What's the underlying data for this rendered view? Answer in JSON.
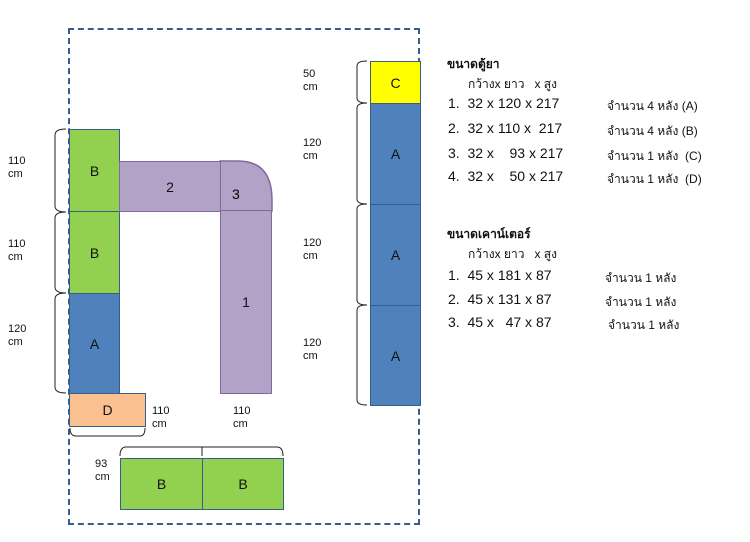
{
  "layout": {
    "left_column": [
      {
        "label": "B",
        "dim": "110",
        "unit": "cm"
      },
      {
        "label": "B",
        "dim": "110",
        "unit": "cm"
      },
      {
        "label": "A",
        "dim": "120",
        "unit": "cm"
      },
      {
        "label": "D",
        "dim": "93",
        "unit": "cm"
      }
    ],
    "counter": [
      {
        "label": "2"
      },
      {
        "label": "3"
      },
      {
        "label": "1"
      }
    ],
    "bottom_row": [
      {
        "label": "B",
        "dim": "110",
        "unit": "cm"
      },
      {
        "label": "B",
        "dim": "110",
        "unit": "cm"
      }
    ],
    "right_column": [
      {
        "label": "C",
        "dim": "50",
        "unit": "cm"
      },
      {
        "label": "A",
        "dim": "120",
        "unit": "cm"
      },
      {
        "label": "A",
        "dim": "120",
        "unit": "cm"
      },
      {
        "label": "A",
        "dim": "120",
        "unit": "cm"
      }
    ]
  },
  "cabinets": {
    "title": "ขนาดตู้ยา",
    "header": "กว้างx ยาว   x สูง",
    "items": [
      {
        "num": "1.",
        "size": "32 x 120 x 217",
        "qty": "จำนวน 4 หลัง (A)"
      },
      {
        "num": "2.",
        "size": "32 x 110 x  217",
        "qty": "จำนวน 4 หลัง (B)"
      },
      {
        "num": "3.",
        "size": "32 x    93 x 217",
        "qty": "จำนวน 1 หลัง  (C)"
      },
      {
        "num": "4.",
        "size": "32 x    50 x 217",
        "qty": "จำนวน 1 หลัง  (D)"
      }
    ]
  },
  "counters": {
    "title": "ขนาดเคาน์เตอร์",
    "header": "กว้างx ยาว   x สูง",
    "items": [
      {
        "num": "1.",
        "size": "45 x 181 x 87",
        "qty": "จำนวน 1 หลัง"
      },
      {
        "num": "2.",
        "size": "45 x 131 x 87",
        "qty": "จำนวน 1 หลัง"
      },
      {
        "num": "3.",
        "size": "45 x   47 x 87",
        "qty": "จำนวน 1 หลัง"
      }
    ]
  }
}
